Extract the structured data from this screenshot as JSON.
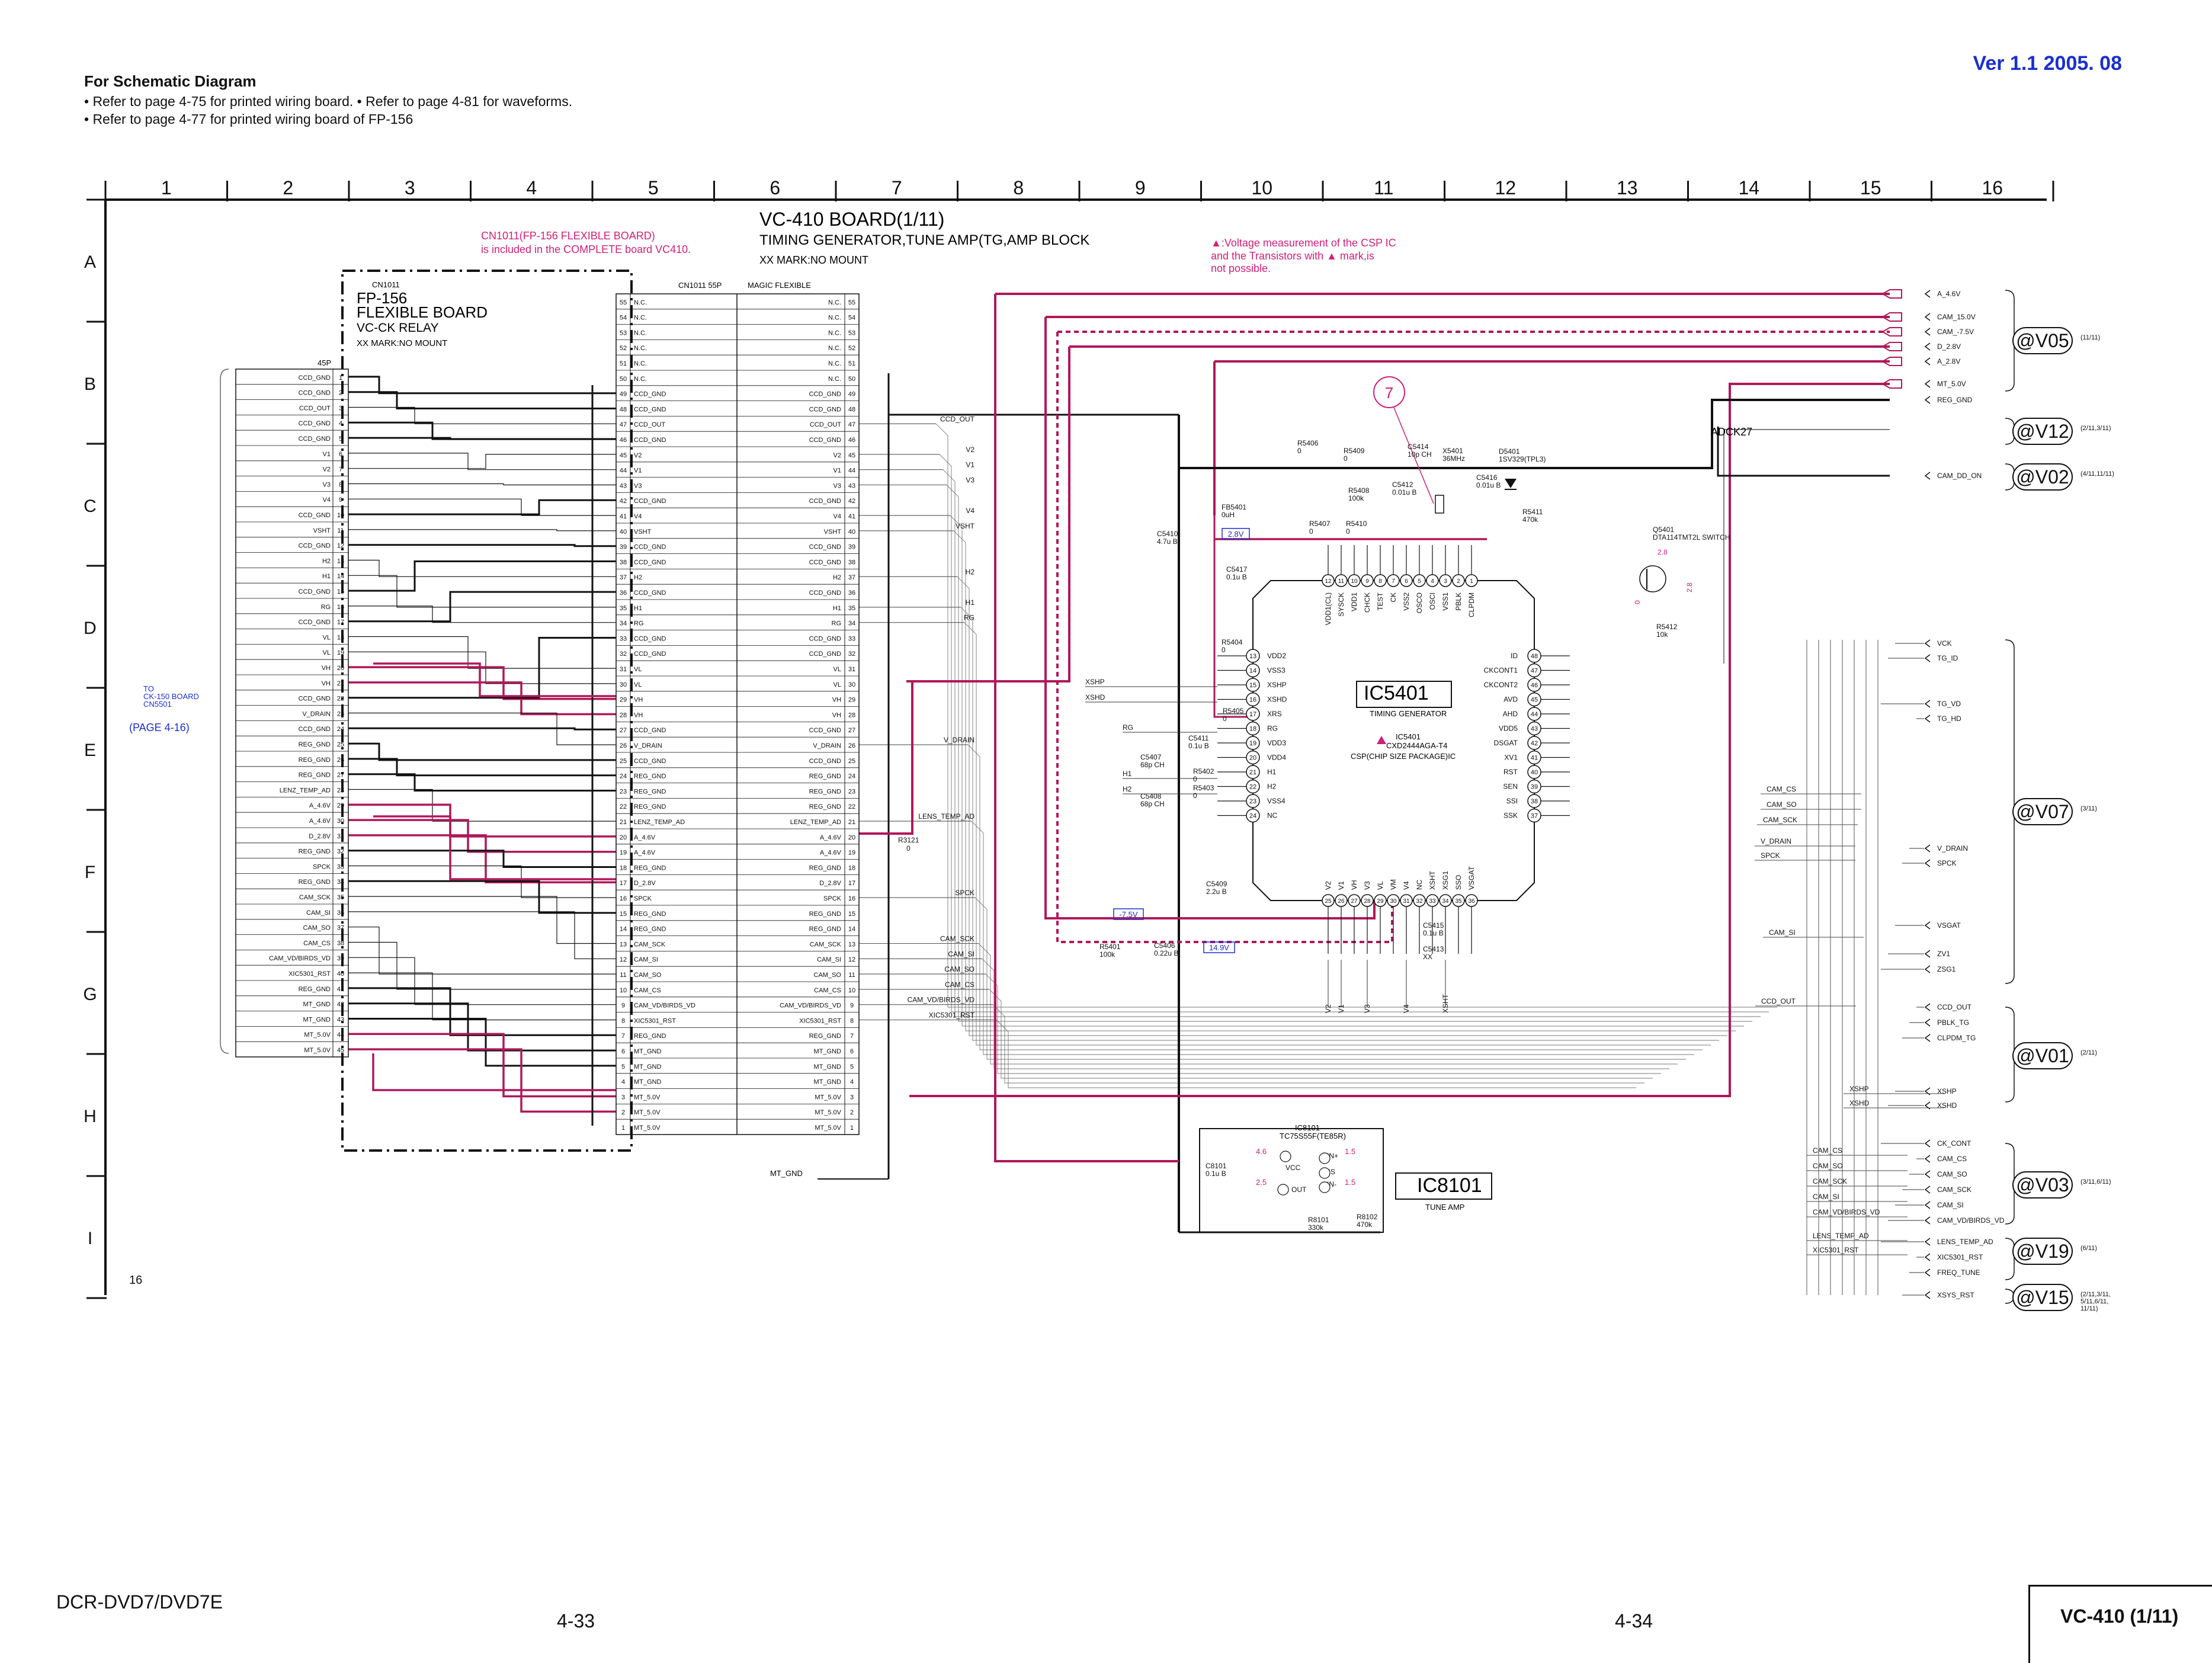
{
  "header": {
    "title": "For Schematic Diagram",
    "note1": "• Refer to page 4-75 for printed wiring board.   • Refer to page 4-81 for waveforms.",
    "note2": "• Refer to page 4-77 for printed wiring board of FP-156",
    "version": "Ver 1.1  2005. 08"
  },
  "grid": {
    "columns": [
      "1",
      "2",
      "3",
      "4",
      "5",
      "6",
      "7",
      "8",
      "9",
      "10",
      "11",
      "12",
      "13",
      "14",
      "15",
      "16"
    ],
    "rows": [
      "A",
      "B",
      "C",
      "D",
      "E",
      "F",
      "G",
      "H",
      "I"
    ]
  },
  "board": {
    "title": "VC-410 BOARD(1/11)",
    "subtitle": "TIMING GENERATOR,TUNE AMP(TG,AMP BLOCK",
    "mark_note": "XX MARK:NO MOUNT",
    "cn_note1": "CN1011(FP-156 FLEXIBLE BOARD)",
    "cn_note2": "is included in the COMPLETE board VC410.",
    "csp_note1": "▲:Voltage measurement of the CSP IC",
    "csp_note2": "and the Transistors with  ▲ mark,is",
    "csp_note3": "not possible."
  },
  "flex": {
    "ref": "CN1011",
    "name1": "FP-156",
    "name2": "FLEXIBLE BOARD",
    "name3": "VC-CK RELAY",
    "mark": "XX MARK:NO MOUNT",
    "conn": "45P",
    "to_label1": "TO",
    "to_label2": "CK-150 BOARD",
    "to_label3": "CN5501",
    "page_ref": "(PAGE 4-16)",
    "pins": [
      "CCD_GND",
      "CCD_GND",
      "CCD_OUT",
      "CCD_GND",
      "CCD_GND",
      "V1",
      "V2",
      "V3",
      "V4",
      "CCD_GND",
      "VSHT",
      "CCD_GND",
      "H2",
      "H1",
      "CCD_GND",
      "RG",
      "CCD_GND",
      "VL",
      "VL",
      "VH",
      "VH",
      "CCD_GND",
      "V_DRAIN",
      "CCD_GND",
      "REG_GND",
      "REG_GND",
      "REG_GND",
      "LENZ_TEMP_AD",
      "A_4.6V",
      "A_4.6V",
      "D_2.8V",
      "REG_GND",
      "SPCK",
      "REG_GND",
      "CAM_SCK",
      "CAM_SI",
      "CAM_SO",
      "CAM_CS",
      "CAM_VD/BIRDS_VD",
      "XIC5301_RST",
      "REG_GND",
      "MT_GND",
      "MT_GND",
      "MT_5.0V",
      "MT_5.0V"
    ]
  },
  "cn1011": {
    "header_left": "CN1011 55P",
    "header_right": "MAGIC FLEXIBLE",
    "pins": [
      "N.C.",
      "N.C.",
      "N.C.",
      "N.C.",
      "N.C.",
      "N.C.",
      "CCD_GND",
      "CCD_GND",
      "CCD_OUT",
      "CCD_GND",
      "V2",
      "V1",
      "V3",
      "CCD_GND",
      "V4",
      "VSHT",
      "CCD_GND",
      "CCD_GND",
      "H2",
      "CCD_GND",
      "H1",
      "RG",
      "CCD_GND",
      "CCD_GND",
      "VL",
      "VL",
      "VH",
      "VH",
      "CCD_GND",
      "V_DRAIN",
      "CCD_GND",
      "REG_GND",
      "REG_GND",
      "REG_GND",
      "LENZ_TEMP_AD",
      "A_4.6V",
      "A_4.6V",
      "REG_GND",
      "D_2.8V",
      "SPCK",
      "REG_GND",
      "REG_GND",
      "CAM_SCK",
      "CAM_SI",
      "CAM_SO",
      "CAM_CS",
      "CAM_VD/BIRDS_VD",
      "XIC5301_RST",
      "REG_GND",
      "MT_GND",
      "MT_GND",
      "MT_GND",
      "MT_5.0V",
      "MT_5.0V",
      "MT_5.0V"
    ],
    "pins_right": [
      "N.C.",
      "N.C.",
      "N.C.",
      "N.C.",
      "N.C.",
      "N.C.",
      "CCD_GND",
      "CCD_GND",
      "CCD_OUT",
      "CCD_GND",
      "V2",
      "V1",
      "V3",
      "CCD_GND",
      "V4",
      "VSHT",
      "CCD_GND",
      "CCD_GND",
      "H2",
      "CCD_GND",
      "H1",
      "RG",
      "CCD_GND",
      "CCD_GND",
      "VL",
      "VL",
      "VH",
      "VH",
      "CCD_GND",
      "V_DRAIN",
      "CCD_GND",
      "REG_GND",
      "REG_GND",
      "REG_GND",
      "LENZ_TEMP_AD",
      "A_4.6V",
      "A_4.6V",
      "REG_GND",
      "D_2.8V",
      "SPCK",
      "REG_GND",
      "REG_GND",
      "CAM_SCK",
      "CAM_SI",
      "CAM_SO",
      "CAM_CS",
      "CAM_VD/BIRDS_VD",
      "XIC5301_RST",
      "REG_GND",
      "MT_GND",
      "MT_GND",
      "MT_GND",
      "MT_5.0V",
      "MT_5.0V",
      "MT_5.0V"
    ]
  },
  "mid_signals": [
    "CCD_OUT",
    "V2",
    "V1",
    "V3",
    "V4",
    "VSHT",
    "H2",
    "H1",
    "RG",
    "V_DRAIN",
    "LENS_TEMP_AD",
    "SPCK",
    "CAM_SCK",
    "CAM_SI",
    "CAM_SO",
    "CAM_CS",
    "CAM_VD/BIRDS_VD",
    "XIC5301_RST"
  ],
  "mt_gnd": "MT_GND",
  "r3121": "R3121\n0",
  "ic5401": {
    "name": "IC5401",
    "function": "TIMING GENERATOR",
    "ref": "IC5401",
    "part": "CXD2444AGA-T4",
    "package": "CSP(CHIP SIZE PACKAGE)IC",
    "left_pins": [
      [
        "13",
        "VDD2"
      ],
      [
        "14",
        "VSS3"
      ],
      [
        "15",
        "XSHP"
      ],
      [
        "16",
        "XSHD"
      ],
      [
        "17",
        "XRS"
      ],
      [
        "18",
        "RG"
      ],
      [
        "19",
        "VDD3"
      ],
      [
        "20",
        "VDD4"
      ],
      [
        "21",
        "H1"
      ],
      [
        "22",
        "H2"
      ],
      [
        "23",
        "VSS4"
      ],
      [
        "24",
        "NC"
      ]
    ],
    "right_pins": [
      [
        "48",
        "ID"
      ],
      [
        "47",
        "CKCONT1"
      ],
      [
        "46",
        "CKCONT2"
      ],
      [
        "45",
        "AVD"
      ],
      [
        "44",
        "AHD"
      ],
      [
        "43",
        "VDD5"
      ],
      [
        "42",
        "DSGAT"
      ],
      [
        "41",
        "XV1"
      ],
      [
        "40",
        "RST"
      ],
      [
        "39",
        "SEN"
      ],
      [
        "38",
        "SSI"
      ],
      [
        "37",
        "SSK"
      ]
    ],
    "top_pins": [
      [
        "12",
        "VDD1(CL)"
      ],
      [
        "11",
        "SYSCK"
      ],
      [
        "10",
        "VDD1"
      ],
      [
        "9",
        "CHCK"
      ],
      [
        "8",
        "TEST"
      ],
      [
        "7",
        "CK"
      ],
      [
        "6",
        "VSS2"
      ],
      [
        "5",
        "OSCO"
      ],
      [
        "4",
        "OSCI"
      ],
      [
        "3",
        "VSS1"
      ],
      [
        "2",
        "PBLK"
      ],
      [
        "1",
        "CLPDM"
      ]
    ],
    "bottom_pins": [
      [
        "25",
        "V2"
      ],
      [
        "26",
        "V1"
      ],
      [
        "27",
        "VH"
      ],
      [
        "28",
        "V3"
      ],
      [
        "29",
        "VL"
      ],
      [
        "30",
        "VM"
      ],
      [
        "31",
        "V4"
      ],
      [
        "32",
        "NC"
      ],
      [
        "33",
        "XSHT"
      ],
      [
        "34",
        "XSG1"
      ],
      [
        "35",
        "SSO"
      ],
      [
        "36",
        "VSGAT"
      ]
    ]
  },
  "ic8101": {
    "name": "IC8101",
    "function": "TUNE AMP",
    "ref": "IC8101",
    "part": "TC75S55F(TE85R)"
  },
  "components": [
    {
      "ref": "R5406",
      "val": "0"
    },
    {
      "ref": "R5409",
      "val": "0"
    },
    {
      "ref": "C5414",
      "val": "10p CH"
    },
    {
      "ref": "X5401",
      "val": "36MHz"
    },
    {
      "ref": "D5401",
      "val": "1SV329(TPL3)"
    },
    {
      "ref": "C5416",
      "val": "0.01u B"
    },
    {
      "ref": "R5411",
      "val": "470k"
    },
    {
      "ref": "R5408",
      "val": "100k"
    },
    {
      "ref": "C5412",
      "val": "0.01u B"
    },
    {
      "ref": "R5407",
      "val": "0"
    },
    {
      "ref": "R5410",
      "val": "0"
    },
    {
      "ref": "FB5401",
      "val": "0uH"
    },
    {
      "ref": "C5410",
      "val": "4.7u B"
    },
    {
      "ref": "C5417",
      "val": "0.1u B"
    },
    {
      "ref": "R5404",
      "val": "0"
    },
    {
      "ref": "R5405",
      "val": "0"
    },
    {
      "ref": "C5411",
      "val": "0.1u B"
    },
    {
      "ref": "C5407",
      "val": "68p CH"
    },
    {
      "ref": "R5402",
      "val": "0"
    },
    {
      "ref": "C5408",
      "val": "68p CH"
    },
    {
      "ref": "R5403",
      "val": "0"
    },
    {
      "ref": "C5409",
      "val": "2.2u B"
    },
    {
      "ref": "R5401",
      "val": "100k"
    },
    {
      "ref": "C5406",
      "val": "0.22u B"
    },
    {
      "ref": "C5415",
      "val": "0.1u B"
    },
    {
      "ref": "C5413",
      "val": "XX"
    },
    {
      "ref": "Q5401",
      "val": "DTA114TMT2L SWITCH"
    },
    {
      "ref": "R5412",
      "val": "10k"
    },
    {
      "ref": "C8101",
      "val": "0.1u B"
    },
    {
      "ref": "R8101",
      "val": "330k"
    },
    {
      "ref": "R8102",
      "val": "470k"
    }
  ],
  "voltages": {
    "v28": "2.8V",
    "vm75": "-7.5V",
    "v149": "14.9V",
    "q_a": "2.8",
    "q_b": "0",
    "q_c": "2.8",
    "amp_a": "4.6",
    "amp_b": "1.5",
    "amp_c": "2.5",
    "amp_d": "1.5",
    "test_point": "7"
  },
  "right_signals": [
    {
      "name": "A_4.6V",
      "dest": ""
    },
    {
      "name": "CAM_15.0V",
      "dest": ""
    },
    {
      "name": "CAM_-7.5V",
      "dest": ""
    },
    {
      "name": "D_2.8V",
      "dest": ""
    },
    {
      "name": "A_2.8V",
      "dest": ""
    },
    {
      "name": "MT_5.0V",
      "dest": ""
    },
    {
      "name": "REG_GND",
      "dest": ""
    },
    {
      "name": "ADCK27",
      "dest": ""
    },
    {
      "name": "CAM_DD_ON",
      "dest": ""
    },
    {
      "name": "VCK",
      "dest": ""
    },
    {
      "name": "TG_ID",
      "dest": ""
    },
    {
      "name": "TG_VD",
      "dest": ""
    },
    {
      "name": "TG_HD",
      "dest": ""
    },
    {
      "name": "V_DRAIN",
      "dest": ""
    },
    {
      "name": "SPCK",
      "dest": ""
    },
    {
      "name": "VSGAT",
      "dest": ""
    },
    {
      "name": "ZV1",
      "dest": ""
    },
    {
      "name": "ZSG1",
      "dest": ""
    },
    {
      "name": "CCD_OUT",
      "dest": ""
    },
    {
      "name": "PBLK_TG",
      "dest": ""
    },
    {
      "name": "CLPDM_TG",
      "dest": ""
    },
    {
      "name": "XSHP",
      "dest": ""
    },
    {
      "name": "XSHD",
      "dest": ""
    },
    {
      "name": "CK_CONT",
      "dest": ""
    },
    {
      "name": "CAM_CS",
      "dest": ""
    },
    {
      "name": "CAM_SO",
      "dest": ""
    },
    {
      "name": "CAM_SCK",
      "dest": ""
    },
    {
      "name": "CAM_SI",
      "dest": ""
    },
    {
      "name": "CAM_VD/BIRDS_VD",
      "dest": ""
    },
    {
      "name": "LENS_TEMP_AD",
      "dest": ""
    },
    {
      "name": "XIC5301_RST",
      "dest": ""
    },
    {
      "name": "FREQ_TUNE",
      "dest": ""
    },
    {
      "name": "XSYS_RST",
      "dest": ""
    }
  ],
  "inner_right_labels": [
    "CAM_CS",
    "CAM_SO",
    "CAM_SCK",
    "V_DRAIN",
    "SPCK",
    "CAM_SI",
    "CCD_OUT",
    "XSHP",
    "XSHD",
    "CAM_CS",
    "CAM_SO",
    "CAM_SCK",
    "CAM_SI",
    "CAM_VD/BIRDS_VD",
    "LENS_TEMP_AD",
    "XIC5301_RST"
  ],
  "ic_side_labels": [
    "XSHP",
    "XSHD",
    "RG",
    "H1",
    "H2"
  ],
  "refs": [
    {
      "tag": "@V05",
      "pages": "(11/11)"
    },
    {
      "tag": "@V12",
      "pages": "(2/11,3/11)"
    },
    {
      "tag": "@V02",
      "pages": "(4/11,11/11)"
    },
    {
      "tag": "@V07",
      "pages": "(3/11)"
    },
    {
      "tag": "@V01",
      "pages": "(2/11)"
    },
    {
      "tag": "@V03",
      "pages": "(3/11,6/11)"
    },
    {
      "tag": "@V19",
      "pages": "(6/11)"
    },
    {
      "tag": "@V15",
      "pages": "(2/11,3/11, 5/11,6/11, 11/11)"
    }
  ],
  "footer": {
    "model": "DCR-DVD7/DVD7E",
    "page_left": "4-33",
    "page_right": "4-34",
    "board": "VC-410 (1/11)",
    "side_num": "16"
  },
  "colors": {
    "wire": "#111111",
    "power": "#b0185a",
    "accent": "#d01f7a",
    "ref": "#1a2fd0",
    "thin": "#555555"
  }
}
